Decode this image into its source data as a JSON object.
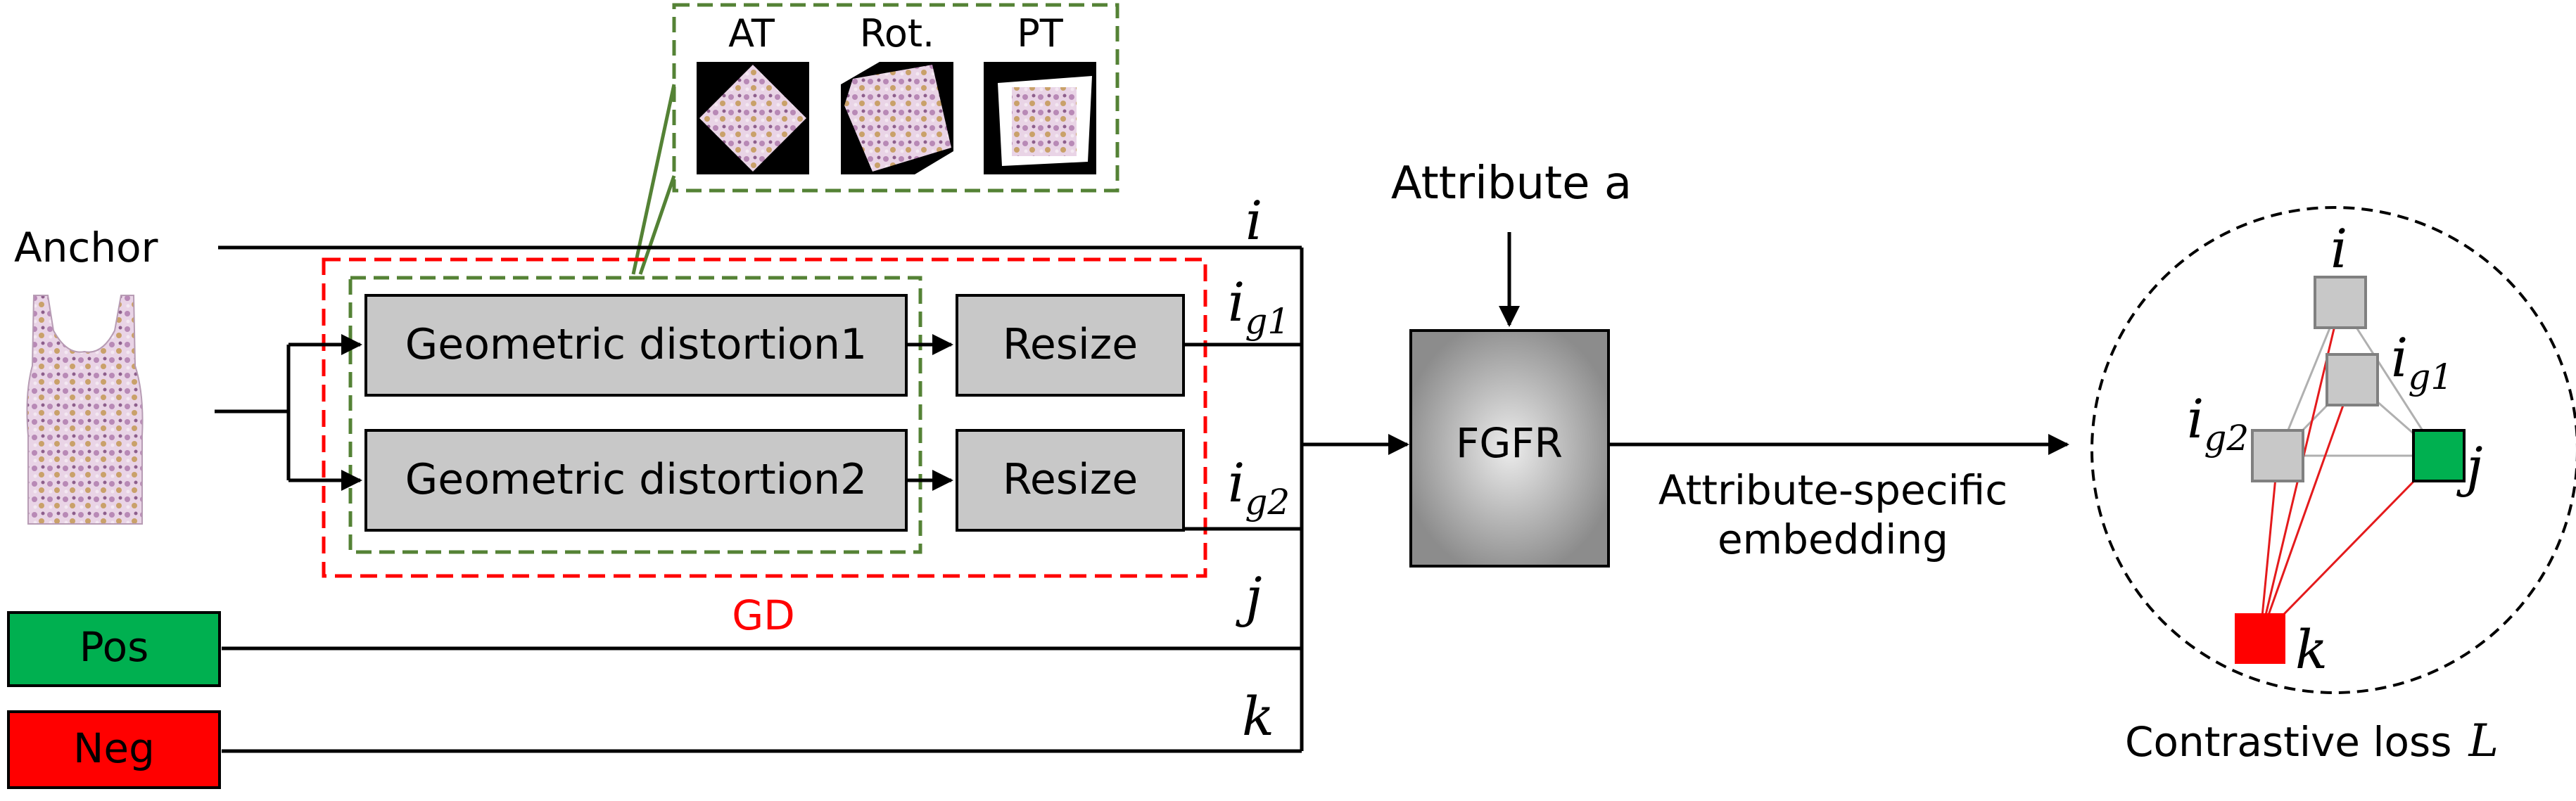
{
  "labels": {
    "anchor": "Anchor",
    "attribute": "Attribute a",
    "gd_label": "GD",
    "fgfr": "FGFR",
    "embedding_line1": "Attribute-specific",
    "embedding_line2": "embedding",
    "contrastive_loss": "Contrastive loss",
    "loss_symbol": "L"
  },
  "inset": {
    "titles": [
      "AT",
      "Rot.",
      "PT"
    ]
  },
  "boxes": {
    "gd1": "Geometric distortion1",
    "gd2": "Geometric distortion2",
    "resize1": "Resize",
    "resize2": "Resize",
    "pos": "Pos",
    "neg": "Neg"
  },
  "symbols": {
    "i": "i",
    "g1_base": "i",
    "g1_sub": "g1",
    "g2_base": "i",
    "g2_sub": "g2",
    "j": "j",
    "k": "k"
  },
  "colors": {
    "pos_green": "#00b050",
    "neg_red": "#ff0000",
    "gd_red_dash": "#ff0000",
    "gd_green_dash": "#548235",
    "box_gray": "#c8c8c8",
    "red_line": "#e41a1c"
  }
}
